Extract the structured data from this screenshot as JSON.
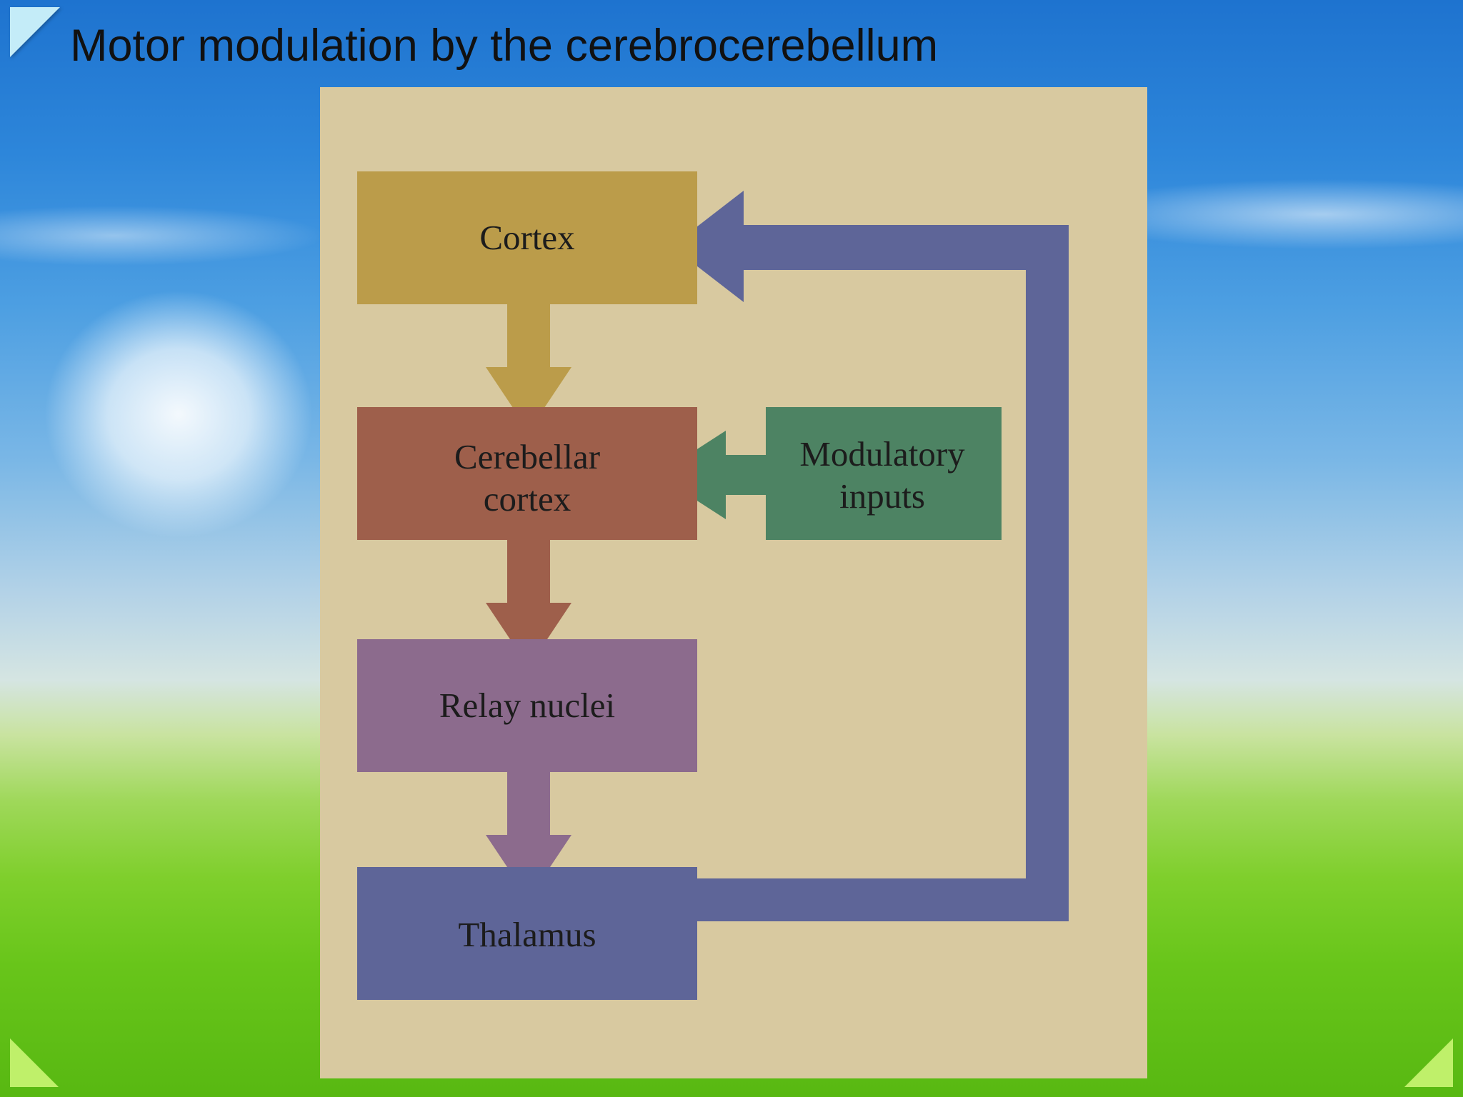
{
  "slide": {
    "title": "Motor modulation by the cerebrocerebellum"
  },
  "diagram": {
    "nodes": {
      "cortex": {
        "label": "Cortex"
      },
      "cerebellar_cortex": {
        "line1": "Cerebellar",
        "line2": "cortex"
      },
      "modulatory_inputs": {
        "line1": "Modulatory",
        "line2": "inputs"
      },
      "relay_nuclei": {
        "label": "Relay nuclei"
      },
      "thalamus": {
        "label": "Thalamus"
      }
    },
    "edges": [
      {
        "from": "Cortex",
        "to": "Cerebellar cortex"
      },
      {
        "from": "Modulatory inputs",
        "to": "Cerebellar cortex"
      },
      {
        "from": "Cerebellar cortex",
        "to": "Relay nuclei"
      },
      {
        "from": "Relay nuclei",
        "to": "Thalamus"
      },
      {
        "from": "Thalamus",
        "to": "Cortex"
      }
    ],
    "colors": {
      "panel": "#d8c9a0",
      "cortex": "#bb9c4a",
      "cerebellar_cortex": "#9e5f4b",
      "modulatory_inputs": "#4d8363",
      "relay_nuclei": "#8c6b8d",
      "thalamus": "#5e6598"
    }
  }
}
